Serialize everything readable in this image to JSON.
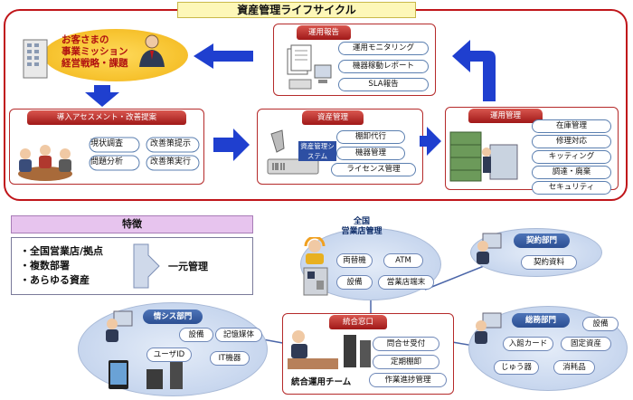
{
  "title": "資産管理ライフサイクル",
  "customer": {
    "line1": "お客さまの",
    "line2": "事業ミッション",
    "line3": "経営戦略・課題"
  },
  "panels": {
    "report": {
      "title": "運用報告",
      "items": [
        "運用モニタリング",
        "機器稼動レポート",
        "SLA報告"
      ]
    },
    "assessment": {
      "title": "導入アセスメント・改善提案",
      "items": [
        "現状調査",
        "問題分析",
        "改善策提示",
        "改善策実行"
      ]
    },
    "asset": {
      "title": "資産管理",
      "system_label": "資産管理システム",
      "items": [
        "棚卸代行",
        "機器管理",
        "ライセンス管理"
      ]
    },
    "operation": {
      "title": "運用管理",
      "items": [
        "在庫管理",
        "修理対応",
        "キッティング",
        "調達・廃棄",
        "セキュリティ"
      ]
    }
  },
  "features": {
    "title": "特徴",
    "items": [
      "・全国営業店/拠点",
      "・複数部署",
      "・あらゆる資産"
    ],
    "result": "一元管理"
  },
  "nationwide": {
    "title_line1": "全国",
    "title_line2": "営業店管理",
    "items": [
      "両替機",
      "ATM",
      "設備",
      "営業店端末"
    ]
  },
  "contract": {
    "title": "契約部門",
    "items": [
      "契約資料"
    ]
  },
  "it_dept": {
    "title": "情シス部門",
    "items": [
      "設備",
      "記憶媒体",
      "ユーザID",
      "IT機器"
    ]
  },
  "window": {
    "title": "統合窓口",
    "team": "統合運用チーム",
    "items": [
      "問合せ受付",
      "定期棚卸",
      "作業進捗管理"
    ]
  },
  "general": {
    "title": "総務部門",
    "items": [
      "設備",
      "入館カード",
      "固定資産",
      "じゅう器",
      "消耗品"
    ]
  },
  "colors": {
    "frame_red": "#c0151a",
    "arrow_blue": "#1f3fcf",
    "panel_head": "#b52323",
    "dept_blue": "#2c4f93"
  }
}
